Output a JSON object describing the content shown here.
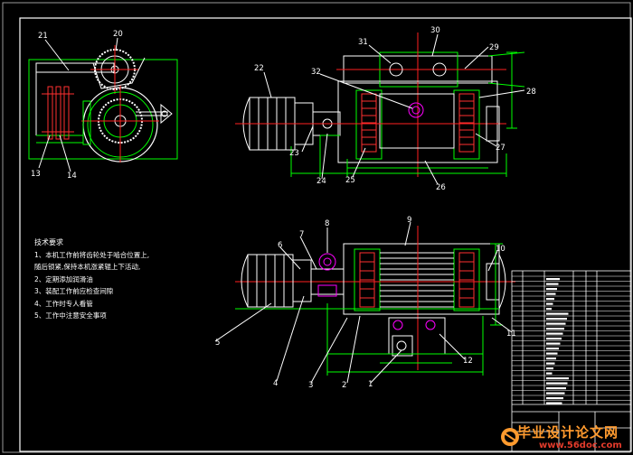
{
  "drawing": {
    "background": "#000000",
    "colors": {
      "outline": "#00ff00",
      "center": "#ff2020",
      "part": "#ffffff",
      "leader": "#ffffff",
      "hatch": "#ff3030",
      "dim": "#00ff00",
      "border": "#ffffff",
      "highlight": "#ff00ff"
    },
    "part_labels": {
      "p1": "1",
      "p2": "2",
      "p3": "3",
      "p4": "4",
      "p5": "5",
      "p6": "6",
      "p7": "7",
      "p8": "8",
      "p9": "9",
      "p10": "10",
      "p11": "11",
      "p12": "12",
      "p13": "13",
      "p14": "14",
      "p20": "20",
      "p21": "21",
      "p22": "22",
      "p23": "23",
      "p24": "24",
      "p25": "25",
      "p26": "26",
      "p27": "27",
      "p28": "28",
      "p29": "29",
      "p30": "30",
      "p31": "31",
      "p32": "32"
    }
  },
  "technical_requirements": {
    "title": "技术要求",
    "notes": [
      "1、本机工作前将齿轮处于啮合位置上,",
      "随后锁紧,保持本机涨紧辊上下活动,",
      "2、定期添加润滑油",
      "3、装配工作前应检查间隙",
      "4、工作时专人看管",
      "5、工作中注意安全事项"
    ]
  },
  "watermark": {
    "title": "毕业设计论文网",
    "url": "www.56doc.com"
  }
}
